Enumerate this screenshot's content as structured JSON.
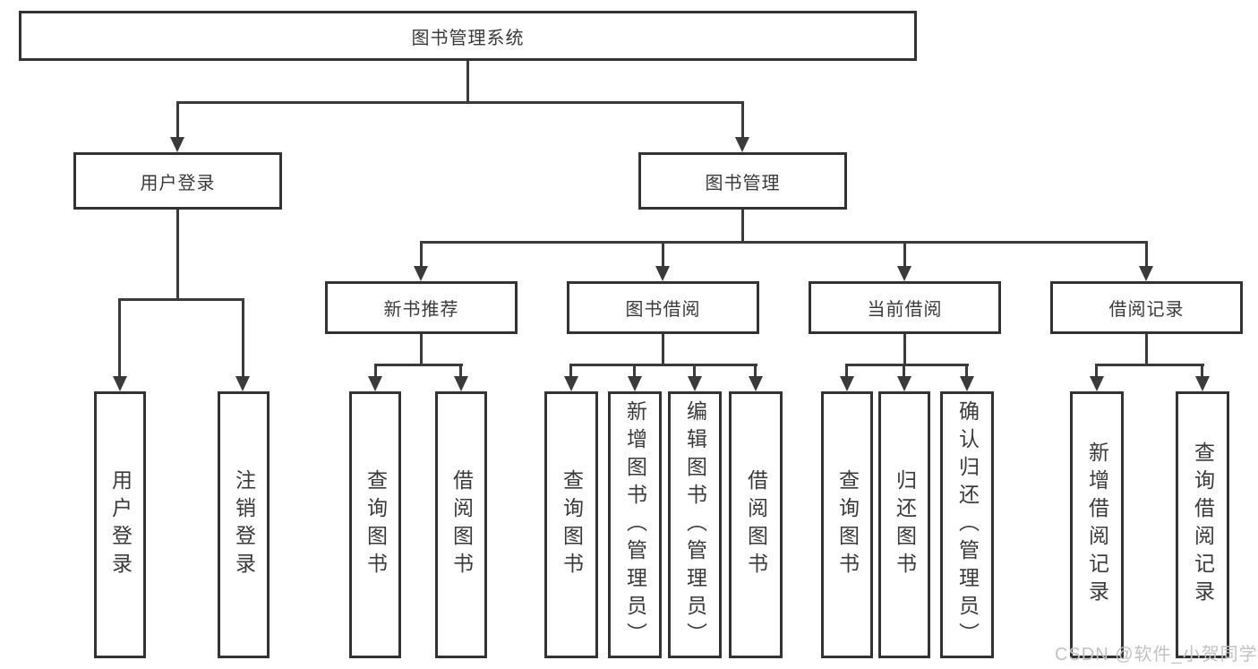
{
  "diagram": {
    "root": {
      "label": "图书管理系统"
    },
    "branches": [
      {
        "label": "用户登录",
        "children": [
          {
            "label": "用户登录"
          },
          {
            "label": "注销登录"
          }
        ]
      },
      {
        "label": "图书管理",
        "children": [
          {
            "label": "新书推荐",
            "children": [
              {
                "label": "查询图书"
              },
              {
                "label": "借阅图书"
              }
            ]
          },
          {
            "label": "图书借阅",
            "children": [
              {
                "label": "查询图书"
              },
              {
                "label": "新增图书（管理员）"
              },
              {
                "label": "编辑图书（管理员）"
              },
              {
                "label": "借阅图书"
              }
            ]
          },
          {
            "label": "当前借阅",
            "children": [
              {
                "label": "查询图书"
              },
              {
                "label": "归还图书"
              },
              {
                "label": "确认归还（管理员）"
              }
            ]
          },
          {
            "label": "借阅记录",
            "children": [
              {
                "label": "新增借阅记录"
              },
              {
                "label": "查询借阅记录"
              }
            ]
          }
        ]
      }
    ]
  },
  "watermark": {
    "text": "CSDN @软件_小贺同学"
  },
  "colors": {
    "line": "#3a3a3a",
    "box_border": "#333333",
    "text": "#3a3a3a",
    "watermark": "#c2c2c2",
    "background": "#ffffff"
  }
}
